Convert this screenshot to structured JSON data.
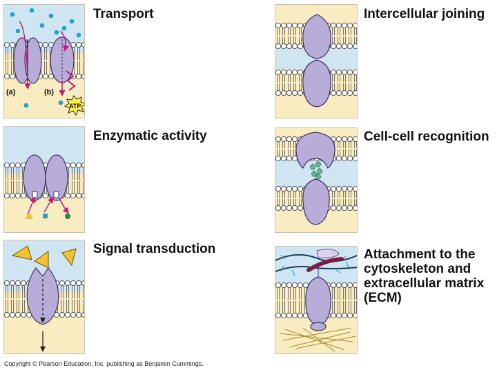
{
  "colors": {
    "background": "#ffffff",
    "aqueous_blue": "#cfe6f2",
    "cytoplasm_cream": "#f8ecc0",
    "protein_fill": "#b8acd8",
    "protein_stroke": "#3b2f63",
    "lipid_head": "#ffffff",
    "solute_dot": "#1fa4c8",
    "arrow_magenta": "#c2187a",
    "signal_yellow": "#f2c230",
    "atp_yellow": "#fff04a",
    "cytoskeleton": "#7a1c4a",
    "ecm_fiber": "#1c3d5a",
    "green_cluster": "#66b89a"
  },
  "panels": [
    {
      "id": "transport",
      "title": "Transport",
      "labels": {
        "a": "(a)",
        "b": "(b)",
        "atp": "ATP"
      },
      "icons": [
        "channel-protein-icon",
        "pump-protein-icon",
        "atp-burst-icon",
        "lightning-icon"
      ]
    },
    {
      "id": "enzymatic",
      "title": "Enzymatic activity",
      "icons": [
        "enzyme-protein-icon",
        "triangle-substrate-icon",
        "square-substrate-icon",
        "circle-substrate-icon"
      ]
    },
    {
      "id": "signal",
      "title": "Signal transduction",
      "icons": [
        "receptor-protein-icon",
        "signal-molecule-icon"
      ]
    },
    {
      "id": "joining",
      "title": "Intercellular joining",
      "icons": [
        "junction-protein-icon"
      ]
    },
    {
      "id": "recognition",
      "title": "Cell-cell recognition",
      "icons": [
        "glycoprotein-icon",
        "carbohydrate-cluster-icon"
      ]
    },
    {
      "id": "attachment",
      "title": "Attachment to the\ncytoskeleton and\nextracellular matrix\n(ECM)",
      "icons": [
        "anchor-protein-icon",
        "ecm-fiber-icon",
        "cytoskeleton-filament-icon"
      ]
    }
  ],
  "footer": {
    "copyright": "Copyright © Pearson Education, Inc. publishing as Benjamin Cummings."
  }
}
